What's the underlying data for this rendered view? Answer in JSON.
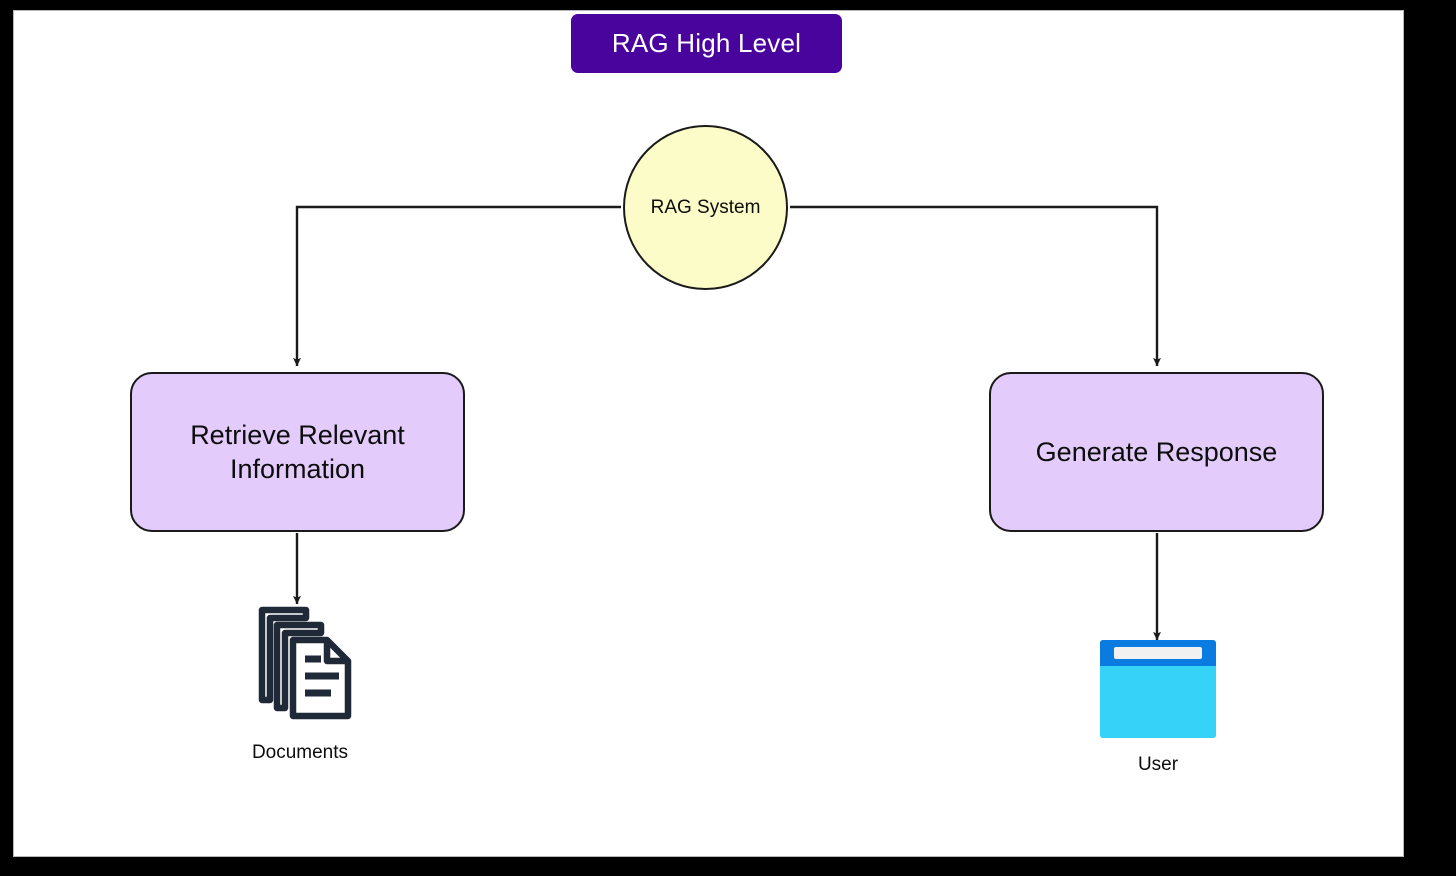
{
  "diagram": {
    "title": "RAG High Level",
    "type": "flowchart",
    "orientation": "top-down",
    "colors": {
      "title_banner_background": "#4a049e",
      "title_banner_text": "#ffffff",
      "circle_node_fill": "#fcfcc8",
      "process_box_fill": "#e3ccfb",
      "node_stroke": "#1a1a1a",
      "connector_stroke": "#1a1a1a",
      "canvas_background": "#ffffff",
      "frame_background": "#000000",
      "documents_icon": "#1f2937",
      "browser_icon_titlebar": "#0a7be0",
      "browser_icon_body": "#36d2f8",
      "browser_icon_addressbar": "#f1f1f1"
    },
    "nodes": {
      "rag_system": {
        "label": "RAG System",
        "shape": "circle"
      },
      "retrieve": {
        "label_line1": "Retrieve Relevant",
        "label_line2": "Information",
        "shape": "rounded-rectangle"
      },
      "generate": {
        "label": "Generate Response",
        "shape": "rounded-rectangle"
      },
      "documents": {
        "caption": "Documents",
        "icon": "documents-stack-icon"
      },
      "user": {
        "caption": "User",
        "icon": "browser-window-icon"
      }
    },
    "edges": [
      {
        "from": "rag_system",
        "to": "retrieve",
        "style": "elbow",
        "arrowhead": "triangle"
      },
      {
        "from": "rag_system",
        "to": "generate",
        "style": "elbow",
        "arrowhead": "triangle"
      },
      {
        "from": "retrieve",
        "to": "documents",
        "style": "straight",
        "arrowhead": "triangle"
      },
      {
        "from": "generate",
        "to": "user",
        "style": "straight",
        "arrowhead": "triangle"
      }
    ]
  }
}
